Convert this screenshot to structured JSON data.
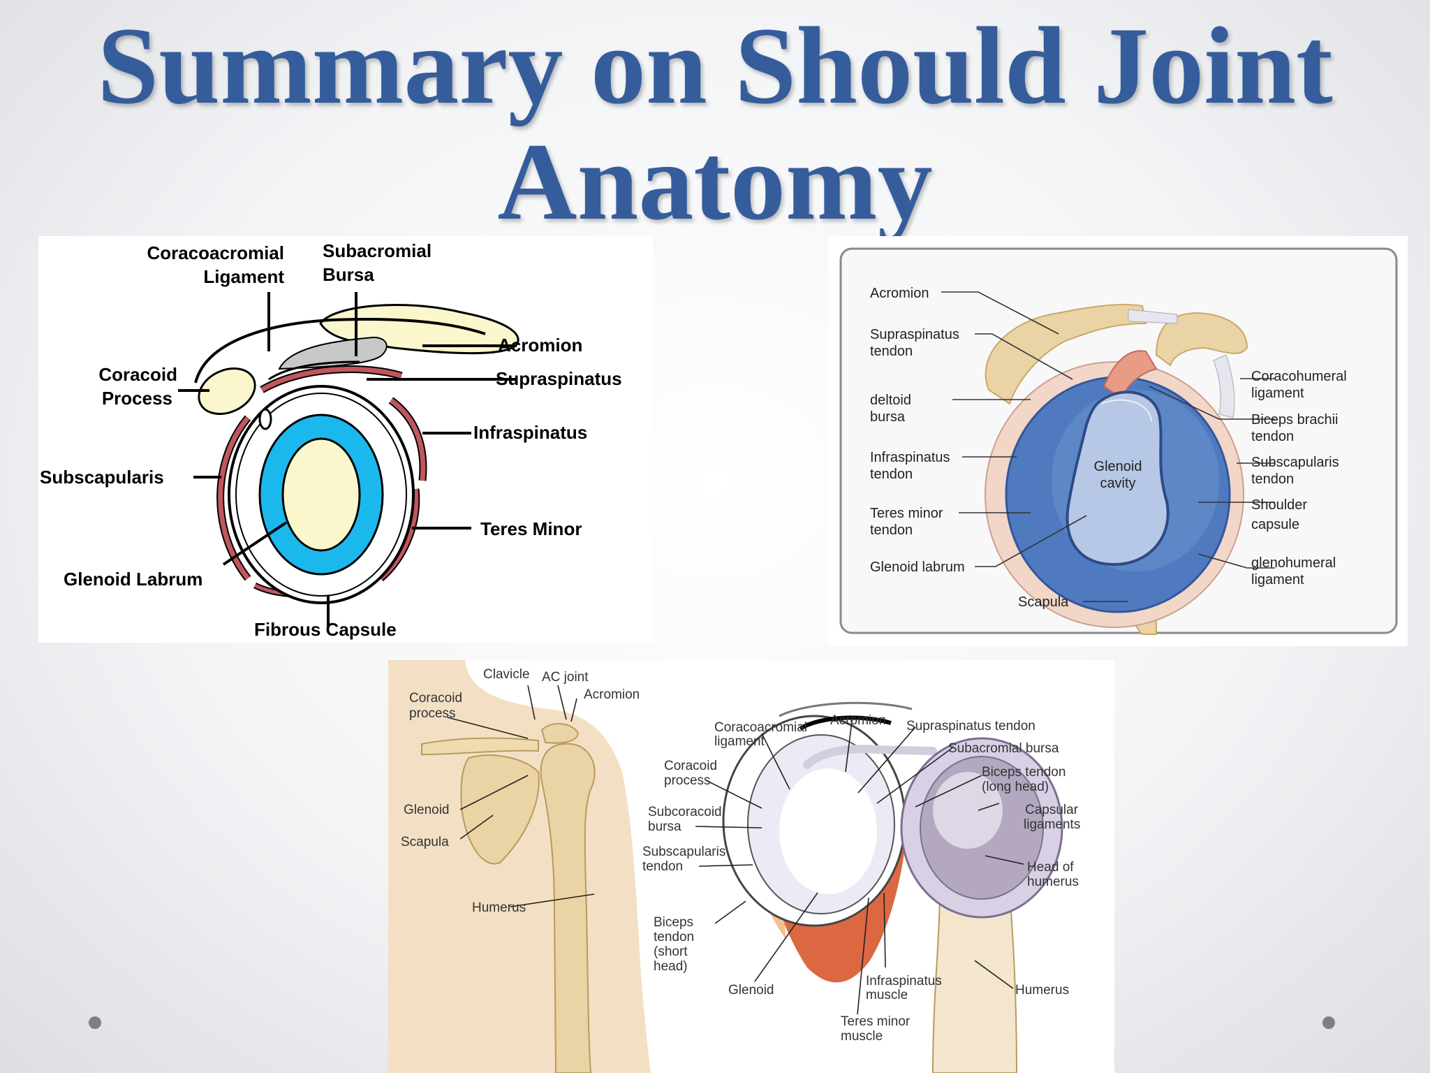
{
  "slide": {
    "title_line1": "Summary on Should Joint",
    "title_line2": "Anatomy"
  },
  "diagram1": {
    "labels": {
      "coracoacromial_ligament_1": "Coracoacromial",
      "coracoacromial_ligament_2": "Ligament",
      "subacromial_bursa_1": "Subacromial",
      "subacromial_bursa_2": "Bursa",
      "acromion": "Acromion",
      "supraspinatus": "Supraspinatus",
      "coracoid_process_1": "Coracoid",
      "coracoid_process_2": "Process",
      "infraspinatus": "Infraspinatus",
      "subscapularis": "Subscapularis",
      "teres_minor": "Teres Minor",
      "glenoid_labrum": "Glenoid Labrum",
      "fibrous_capsule": "Fibrous Capsule"
    }
  },
  "diagram2": {
    "labels": {
      "acromion": "Acromion",
      "supraspinatus_1": "Supraspinatus",
      "supraspinatus_2": "tendon",
      "deltoid_1": "deltoid",
      "deltoid_2": "bursa",
      "infraspinatus_1": "Infraspinatus",
      "infraspinatus_2": "tendon",
      "teres_1": "Teres minor",
      "teres_2": "tendon",
      "glenoid_labrum": "Glenoid labrum",
      "scapula": "Scapula",
      "glenoid_cavity_1": "Glenoid",
      "glenoid_cavity_2": "cavity",
      "coracohumeral_1": "Coracohumeral",
      "coracohumeral_2": "ligament",
      "biceps_1": "Biceps brachii",
      "biceps_2": "tendon",
      "subscapularis_1": "Subscapularis",
      "subscapularis_2": "tendon",
      "shoulder_capsule_1": "Shoulder",
      "shoulder_capsule_2": "capsule",
      "glenohumeral_1": "glenohumeral",
      "glenohumeral_2": "ligament"
    }
  },
  "diagram3": {
    "labels": {
      "clavicle": "Clavicle",
      "ac_joint": "AC joint",
      "acromion_left": "Acromion",
      "coracoid_left_1": "Coracoid",
      "coracoid_left_2": "process",
      "glenoid_left": "Glenoid",
      "scapula": "Scapula",
      "humerus_left": "Humerus",
      "coracoacromial_1": "Coracoacromial",
      "coracoacromial_2": "ligament",
      "acromion_right": "Acromion",
      "supraspinatus_tendon": "Supraspinatus tendon",
      "subacromial_bursa": "Subacromial bursa",
      "biceps_long_1": "Biceps tendon",
      "biceps_long_2": "(long head)",
      "capsular_1": "Capsular",
      "capsular_2": "ligaments",
      "coracoid_right_1": "Coracoid",
      "coracoid_right_2": "process",
      "subcoracoid_1": "Subcoracoid",
      "subcoracoid_2": "bursa",
      "subscapularis_1": "Subscapularis",
      "subscapularis_2": "tendon",
      "head_humerus_1": "Head of",
      "head_humerus_2": "humerus",
      "biceps_short_1": "Biceps",
      "biceps_short_2": "tendon",
      "biceps_short_3": "(short",
      "biceps_short_4": "head)",
      "glenoid_right": "Glenoid",
      "infraspinatus_1": "Infraspinatus",
      "infraspinatus_2": "muscle",
      "teres_1": "Teres minor",
      "teres_2": "muscle",
      "humerus_right": "Humerus"
    }
  },
  "colors": {
    "title": "#355d9c",
    "bone": "#fbf7cc",
    "labrum": "#1bb8ee",
    "muscle": "#c0575c",
    "glenoid_blue": "#4f7ac0",
    "bone_tan": "#ead3a4"
  }
}
